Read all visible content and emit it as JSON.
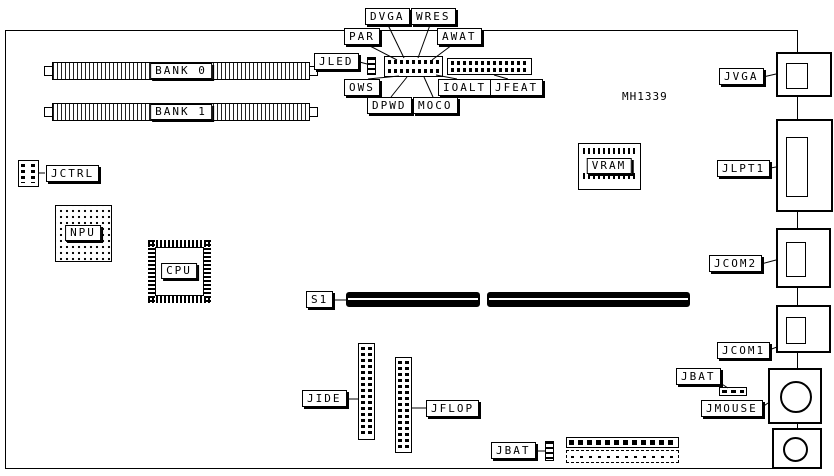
{
  "diagram": {
    "part_number": "MH1339",
    "labels": {
      "dvga": "DVGA",
      "wres": "WRES",
      "par": "PAR",
      "awat": "AWAT",
      "jled": "JLED",
      "ows": "OWS",
      "ioalt": "IOALT",
      "jfeat": "JFEAT",
      "dpwd": "DPWD",
      "moco": "MOCO",
      "bank0": "BANK 0",
      "bank1": "BANK 1",
      "jctrl": "JCTRL",
      "npu": "NPU",
      "cpu": "CPU",
      "vram": "VRAM",
      "s1": "S1",
      "jide": "JIDE",
      "jflop": "JFLOP",
      "jbat_bottom": "JBAT",
      "jbat_right": "JBAT",
      "jvga": "JVGA",
      "jlpt1": "JLPT1",
      "jcom2": "JCOM2",
      "jcom1": "JCOM1",
      "jmouse": "JMOUSE"
    }
  }
}
